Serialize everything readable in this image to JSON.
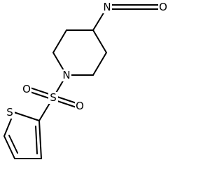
{
  "molecule": {
    "atoms": {
      "isocyanate_n": "N",
      "isocyanate_o": "O",
      "piperidine_n": "N",
      "sulfur": "S",
      "sulfonyl_o_left": "O",
      "sulfonyl_o_right": "O",
      "thiophene_s": "S"
    }
  }
}
